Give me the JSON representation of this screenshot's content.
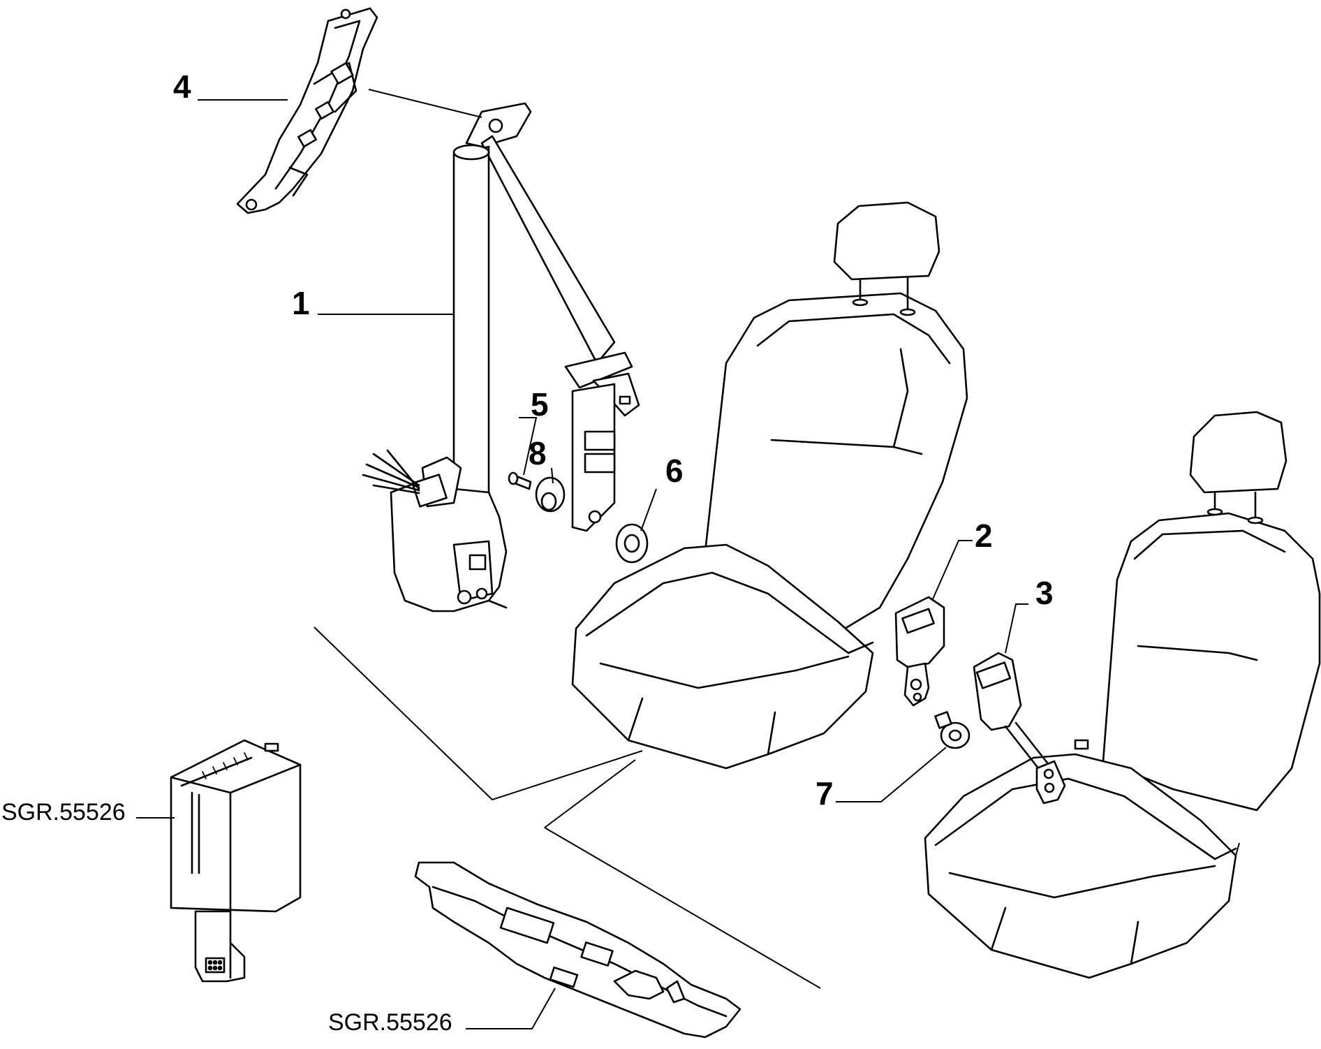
{
  "callouts": {
    "c1": "1",
    "c2": "2",
    "c3": "3",
    "c4": "4",
    "c5": "5",
    "c6": "6",
    "c7": "7",
    "c8": "8"
  },
  "references": {
    "module_ref": "SGR.55526",
    "mat_ref": "SGR.55526"
  },
  "colors": {
    "line": "#000000",
    "background": "#ffffff"
  }
}
